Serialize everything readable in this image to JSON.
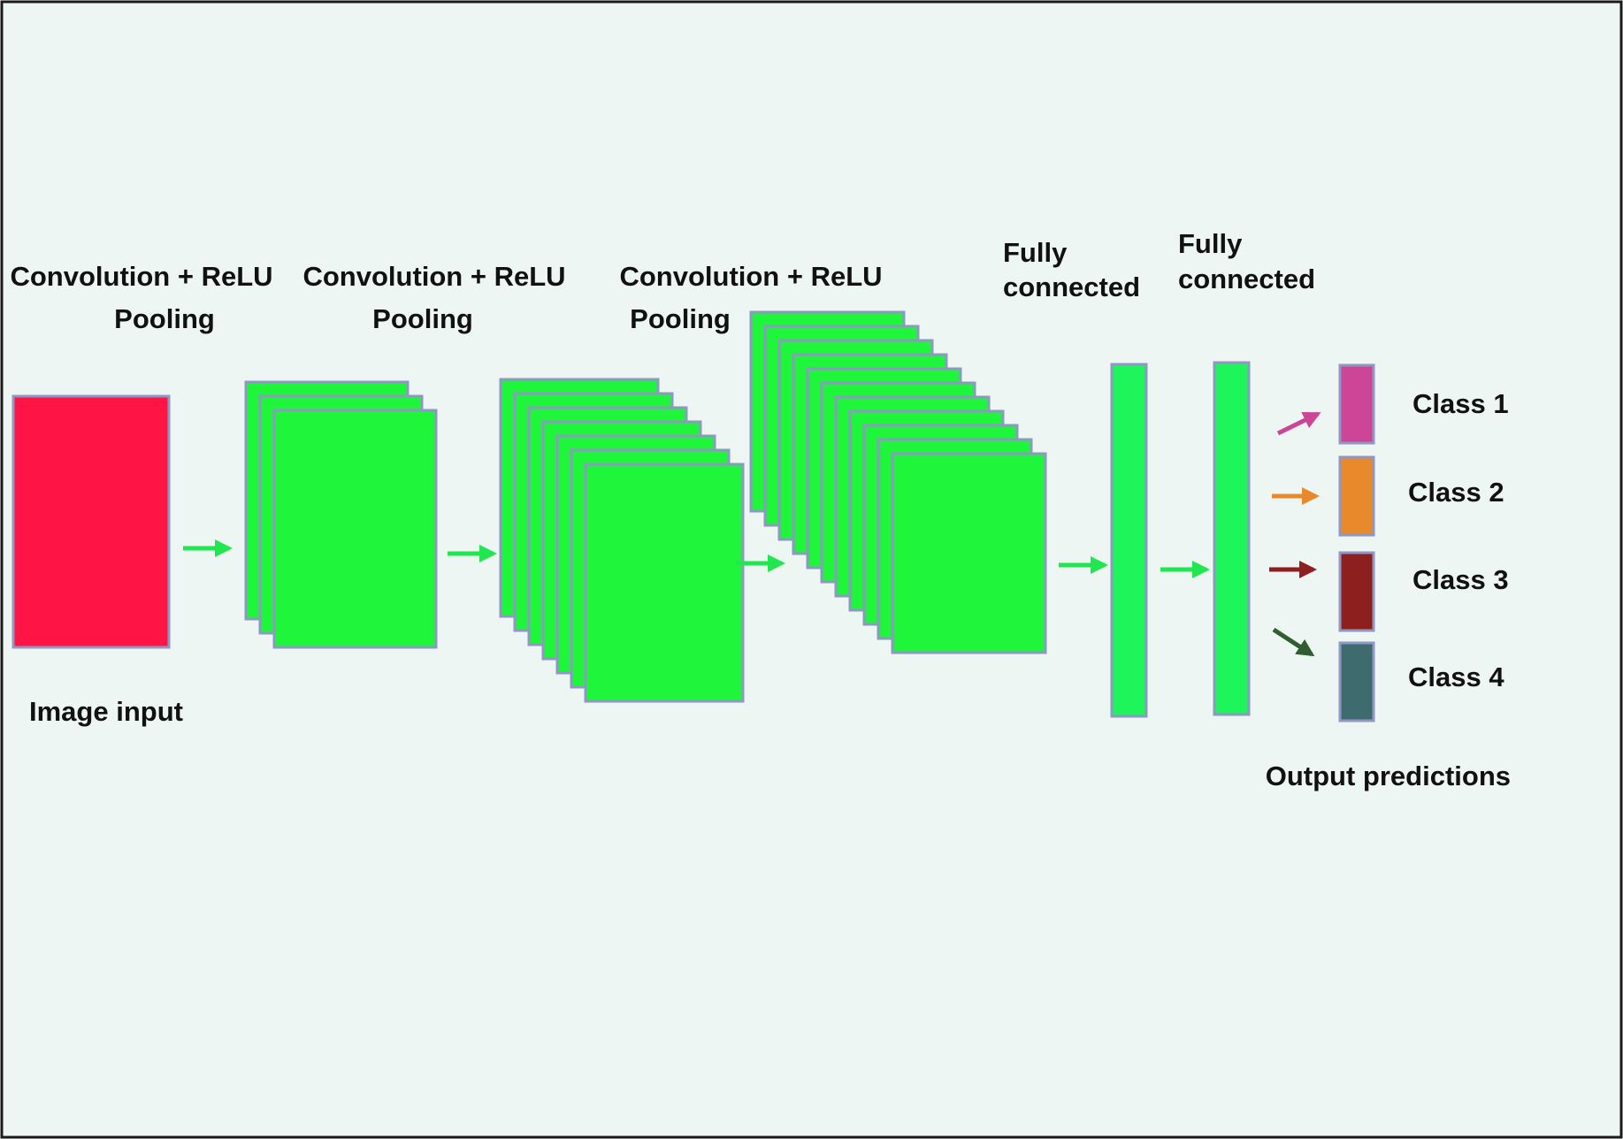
{
  "colors": {
    "background": "#eef6f3",
    "frame": "#1a1a1a",
    "input_fill": "#ff1446",
    "feature_map_fill": "#1ff53a",
    "fc_fill": "#1df55a",
    "map_border": "#8f97c4",
    "flow_arrow": "#22e650"
  },
  "labels": {
    "stage1_conv": "Convolution + ReLU",
    "stage1_pool": "Pooling",
    "stage2_conv": "Convolution + ReLU",
    "stage2_pool": "Pooling",
    "stage3_conv": "Convolution + ReLU",
    "stage3_pool": "Pooling",
    "fc1_line1": "Fully",
    "fc1_line2": "connected",
    "fc2_line1": "Fully",
    "fc2_line2": "connected",
    "image_input": "Image input",
    "output_predictions": "Output predictions"
  },
  "classes": [
    {
      "label": "Class 1",
      "color": "#cc4596"
    },
    {
      "label": "Class 2",
      "color": "#e8892c"
    },
    {
      "label": "Class 3",
      "color": "#8e1f1f"
    },
    {
      "label": "Class 4",
      "color": "#3e6b6e"
    }
  ]
}
